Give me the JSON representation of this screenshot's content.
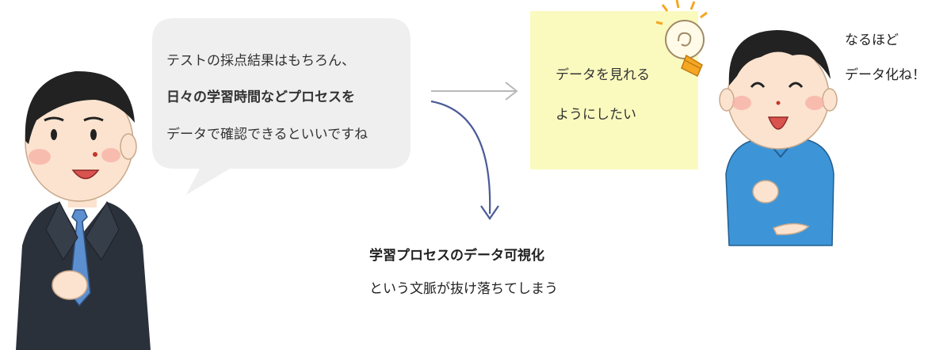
{
  "speech_bubble": {
    "line1": "テストの採点結果はもちろん、",
    "line2": "日々の学習時間などプロセスを",
    "line3": "データで確認できるといいですね"
  },
  "sticky_note": {
    "line1": "データを見れる",
    "line2": "ようにしたい"
  },
  "caption": {
    "line1": "学習プロセスのデータ可視化",
    "line2": "という文脈が抜け落ちてしまう"
  },
  "reply": {
    "line1": "なるほど",
    "line2": "データ化ね！"
  },
  "colors": {
    "bubble": "#efefef",
    "note": "#fafabf",
    "gray_arrow": "#b8b8b8",
    "blue_arrow": "#4c5a9a",
    "suit": "#2b313b",
    "tie": "#5b8fd0",
    "sweater": "#3d95d8",
    "skin": "#fbe3cf",
    "hair": "#222222",
    "bulb": "#f5a623"
  }
}
